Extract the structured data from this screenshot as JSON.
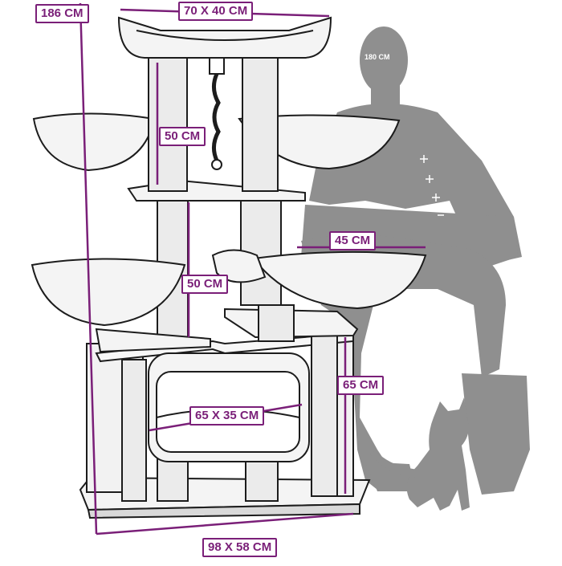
{
  "colors": {
    "accent": "#7a1f78",
    "silhouette": "#8f8f8f",
    "post": "#e9e9e9",
    "outline": "#1c1c1c"
  },
  "dimensions": {
    "total_height": "186 CM",
    "top_bed": "70 X 40 CM",
    "person_height": "180 CM",
    "upper_post": "50 CM",
    "right_hammock": "45 CM",
    "middle_post": "50 CM",
    "base_post": "65 CM",
    "cave": "65 X 35 CM",
    "base": "98 X 58 CM"
  }
}
